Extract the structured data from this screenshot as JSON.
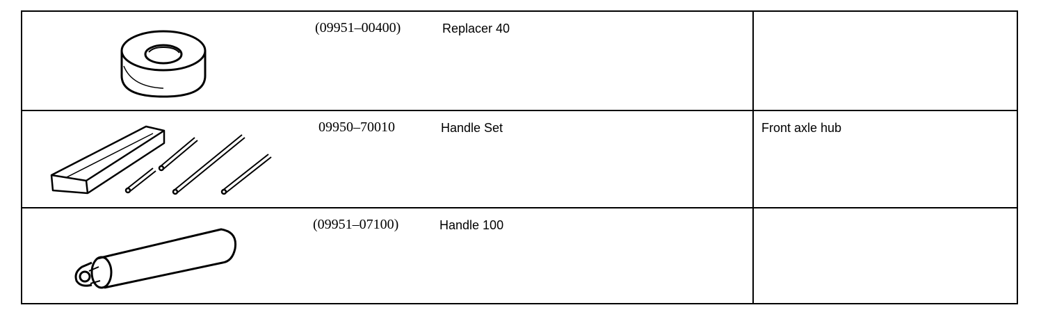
{
  "tools": [
    {
      "part_number": "(09951–00400)",
      "name": "Replacer 40",
      "application": "",
      "illustration": "replacer-ring-icon"
    },
    {
      "part_number": "09950–70010",
      "name": "Handle Set",
      "application": "Front axle hub",
      "illustration": "handle-set-icon"
    },
    {
      "part_number": "(09951–07100)",
      "name": "Handle 100",
      "application": "",
      "illustration": "handle-cylinder-icon"
    }
  ]
}
